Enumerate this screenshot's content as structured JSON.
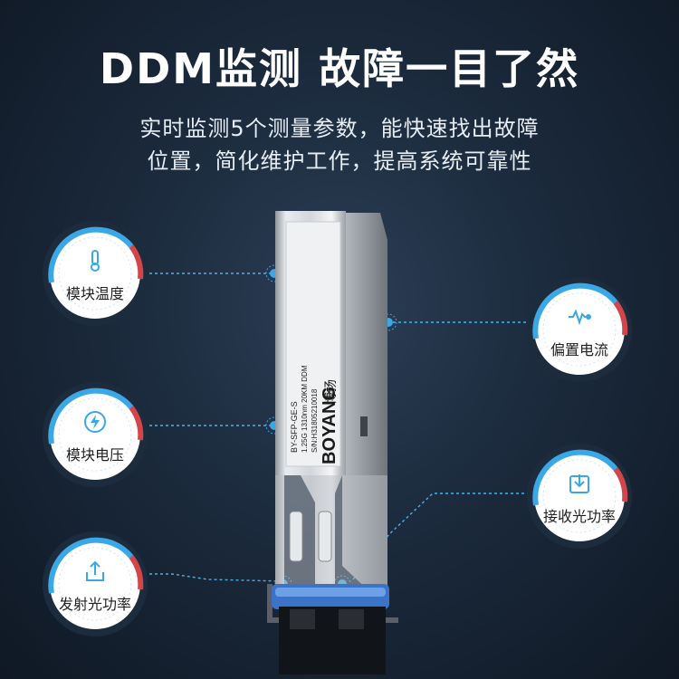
{
  "headline": "DDM监测 故障一目了然",
  "subtitle": {
    "line1": "实时监测5个测量参数，能快速找出故障",
    "line2": "位置，简化维护工作，提高系统可靠性"
  },
  "gauges": {
    "temperature": {
      "label": "模块温度",
      "icon": "thermometer-icon"
    },
    "voltage": {
      "label": "模块电压",
      "icon": "lightning-icon"
    },
    "tx_power": {
      "label": "发射光功率",
      "icon": "upload-icon"
    },
    "bias_current": {
      "label": "偏置电流",
      "icon": "signal-wave-icon"
    },
    "rx_power": {
      "label": "接收光功率",
      "icon": "download-icon"
    }
  },
  "module": {
    "brand": "BOYANG",
    "brand_cn": "博扬",
    "model": "BY-SFP-GE-S",
    "spec": "1.25G 1310nm 20KM DDM",
    "serial": "S/N:H31805210018"
  },
  "colors": {
    "accent": "#3aa8e6",
    "gauge_red": "#d2464b",
    "line": "#4ec0ff",
    "background": "#1b2a3c"
  }
}
